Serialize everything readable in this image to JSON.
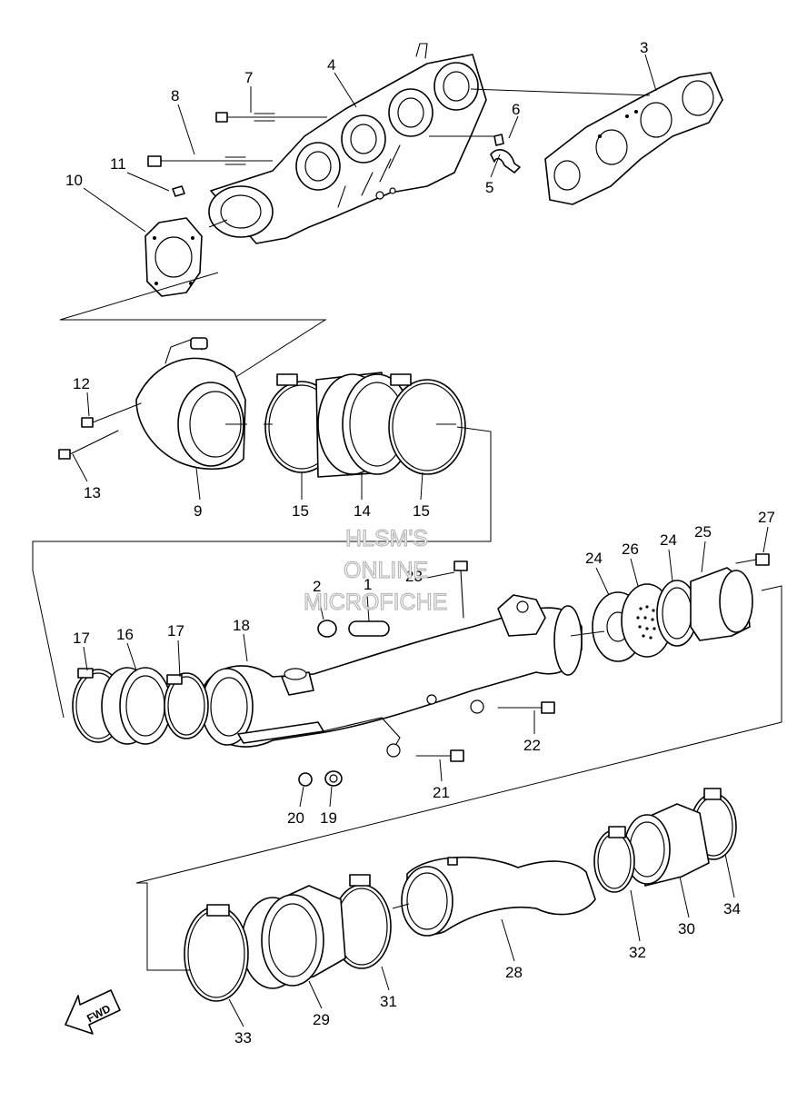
{
  "diagram": {
    "callouts": [
      "1",
      "2",
      "3",
      "4",
      "5",
      "6",
      "7",
      "8",
      "9",
      "10",
      "11",
      "12",
      "13",
      "14",
      "15",
      "15",
      "16",
      "17",
      "17",
      "18",
      "19",
      "20",
      "21",
      "22",
      "23",
      "24",
      "24",
      "25",
      "26",
      "27",
      "28",
      "29",
      "30",
      "31",
      "32",
      "33",
      "34"
    ],
    "watermark": [
      "HLSM'S",
      "ONLINE",
      "MICROFICHE"
    ],
    "direction_label": "FWD"
  }
}
